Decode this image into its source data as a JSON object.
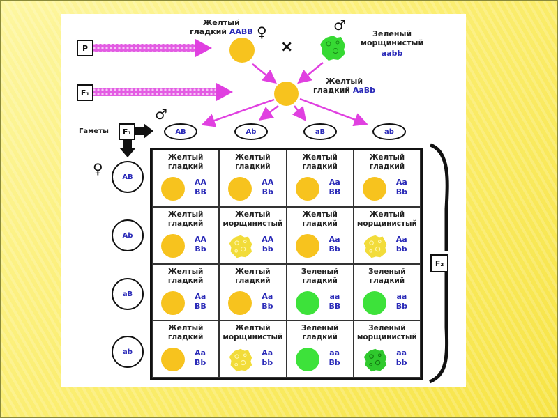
{
  "colors": {
    "yellow_pea": "#f7c31e",
    "yellow_wrinkled": "#f2dc3a",
    "green_pea": "#3de23a",
    "green_wrinkled": "#2fc92d",
    "genotype_text": "#2a2ab8",
    "arrow_pink": "#e040e0"
  },
  "generations": {
    "p": "P",
    "f1": "F₁",
    "f2": "F₂",
    "gametes_label": "Гаметы",
    "gametes_f1": "F₁"
  },
  "parents": {
    "female": {
      "phenotype_line1": "Желтый",
      "phenotype_line2": "гладкий",
      "genotype": "AABB",
      "sex_symbol": "♀"
    },
    "cross_symbol": "×",
    "male": {
      "phenotype_line1": "Зеленый",
      "phenotype_line2": "морщинистый",
      "genotype": "aabb",
      "sex_symbol": "♂"
    }
  },
  "f1": {
    "phenotype_line1": "Желтый",
    "phenotype_line2": "гладкий",
    "genotype": "AaBb"
  },
  "male_gametes": {
    "symbol": "♂",
    "items": [
      "AB",
      "Ab",
      "aB",
      "ab"
    ]
  },
  "female_gametes": {
    "symbol": "♀",
    "items": [
      "AB",
      "Ab",
      "aB",
      "ab"
    ]
  },
  "punnett": [
    [
      {
        "p1": "Желтый",
        "p2": "гладкий",
        "g1": "AA",
        "g2": "BB",
        "pea": "yellow"
      },
      {
        "p1": "Желтый",
        "p2": "гладкий",
        "g1": "AA",
        "g2": "Bb",
        "pea": "yellow"
      },
      {
        "p1": "Желтый",
        "p2": "гладкий",
        "g1": "Aa",
        "g2": "BB",
        "pea": "yellow"
      },
      {
        "p1": "Желтый",
        "p2": "гладкий",
        "g1": "Aa",
        "g2": "Bb",
        "pea": "yellow"
      }
    ],
    [
      {
        "p1": "Желтый",
        "p2": "гладкий",
        "g1": "AA",
        "g2": "Bb",
        "pea": "yellow"
      },
      {
        "p1": "Желтый",
        "p2": "морщинистый",
        "g1": "AA",
        "g2": "bb",
        "pea": "yellow-wrinkled"
      },
      {
        "p1": "Желтый",
        "p2": "гладкий",
        "g1": "Aa",
        "g2": "Bb",
        "pea": "yellow"
      },
      {
        "p1": "Желтый",
        "p2": "морщинистый",
        "g1": "Aa",
        "g2": "bb",
        "pea": "yellow-wrinkled"
      }
    ],
    [
      {
        "p1": "Желтый",
        "p2": "гладкий",
        "g1": "Aa",
        "g2": "BB",
        "pea": "yellow"
      },
      {
        "p1": "Желтый",
        "p2": "гладкий",
        "g1": "Aa",
        "g2": "Bb",
        "pea": "yellow"
      },
      {
        "p1": "Зеленый",
        "p2": "гладкий",
        "g1": "aa",
        "g2": "BB",
        "pea": "green"
      },
      {
        "p1": "Зеленый",
        "p2": "гладкий",
        "g1": "aa",
        "g2": "Bb",
        "pea": "green"
      }
    ],
    [
      {
        "p1": "Желтый",
        "p2": "гладкий",
        "g1": "Aa",
        "g2": "Bb",
        "pea": "yellow"
      },
      {
        "p1": "Желтый",
        "p2": "морщинистый",
        "g1": "Aa",
        "g2": "bb",
        "pea": "yellow-wrinkled"
      },
      {
        "p1": "Зеленый",
        "p2": "гладкий",
        "g1": "aa",
        "g2": "Bb",
        "pea": "green"
      },
      {
        "p1": "Зеленый",
        "p2": "морщинистый",
        "g1": "aa",
        "g2": "bb",
        "pea": "green-wrinkled"
      }
    ]
  ]
}
